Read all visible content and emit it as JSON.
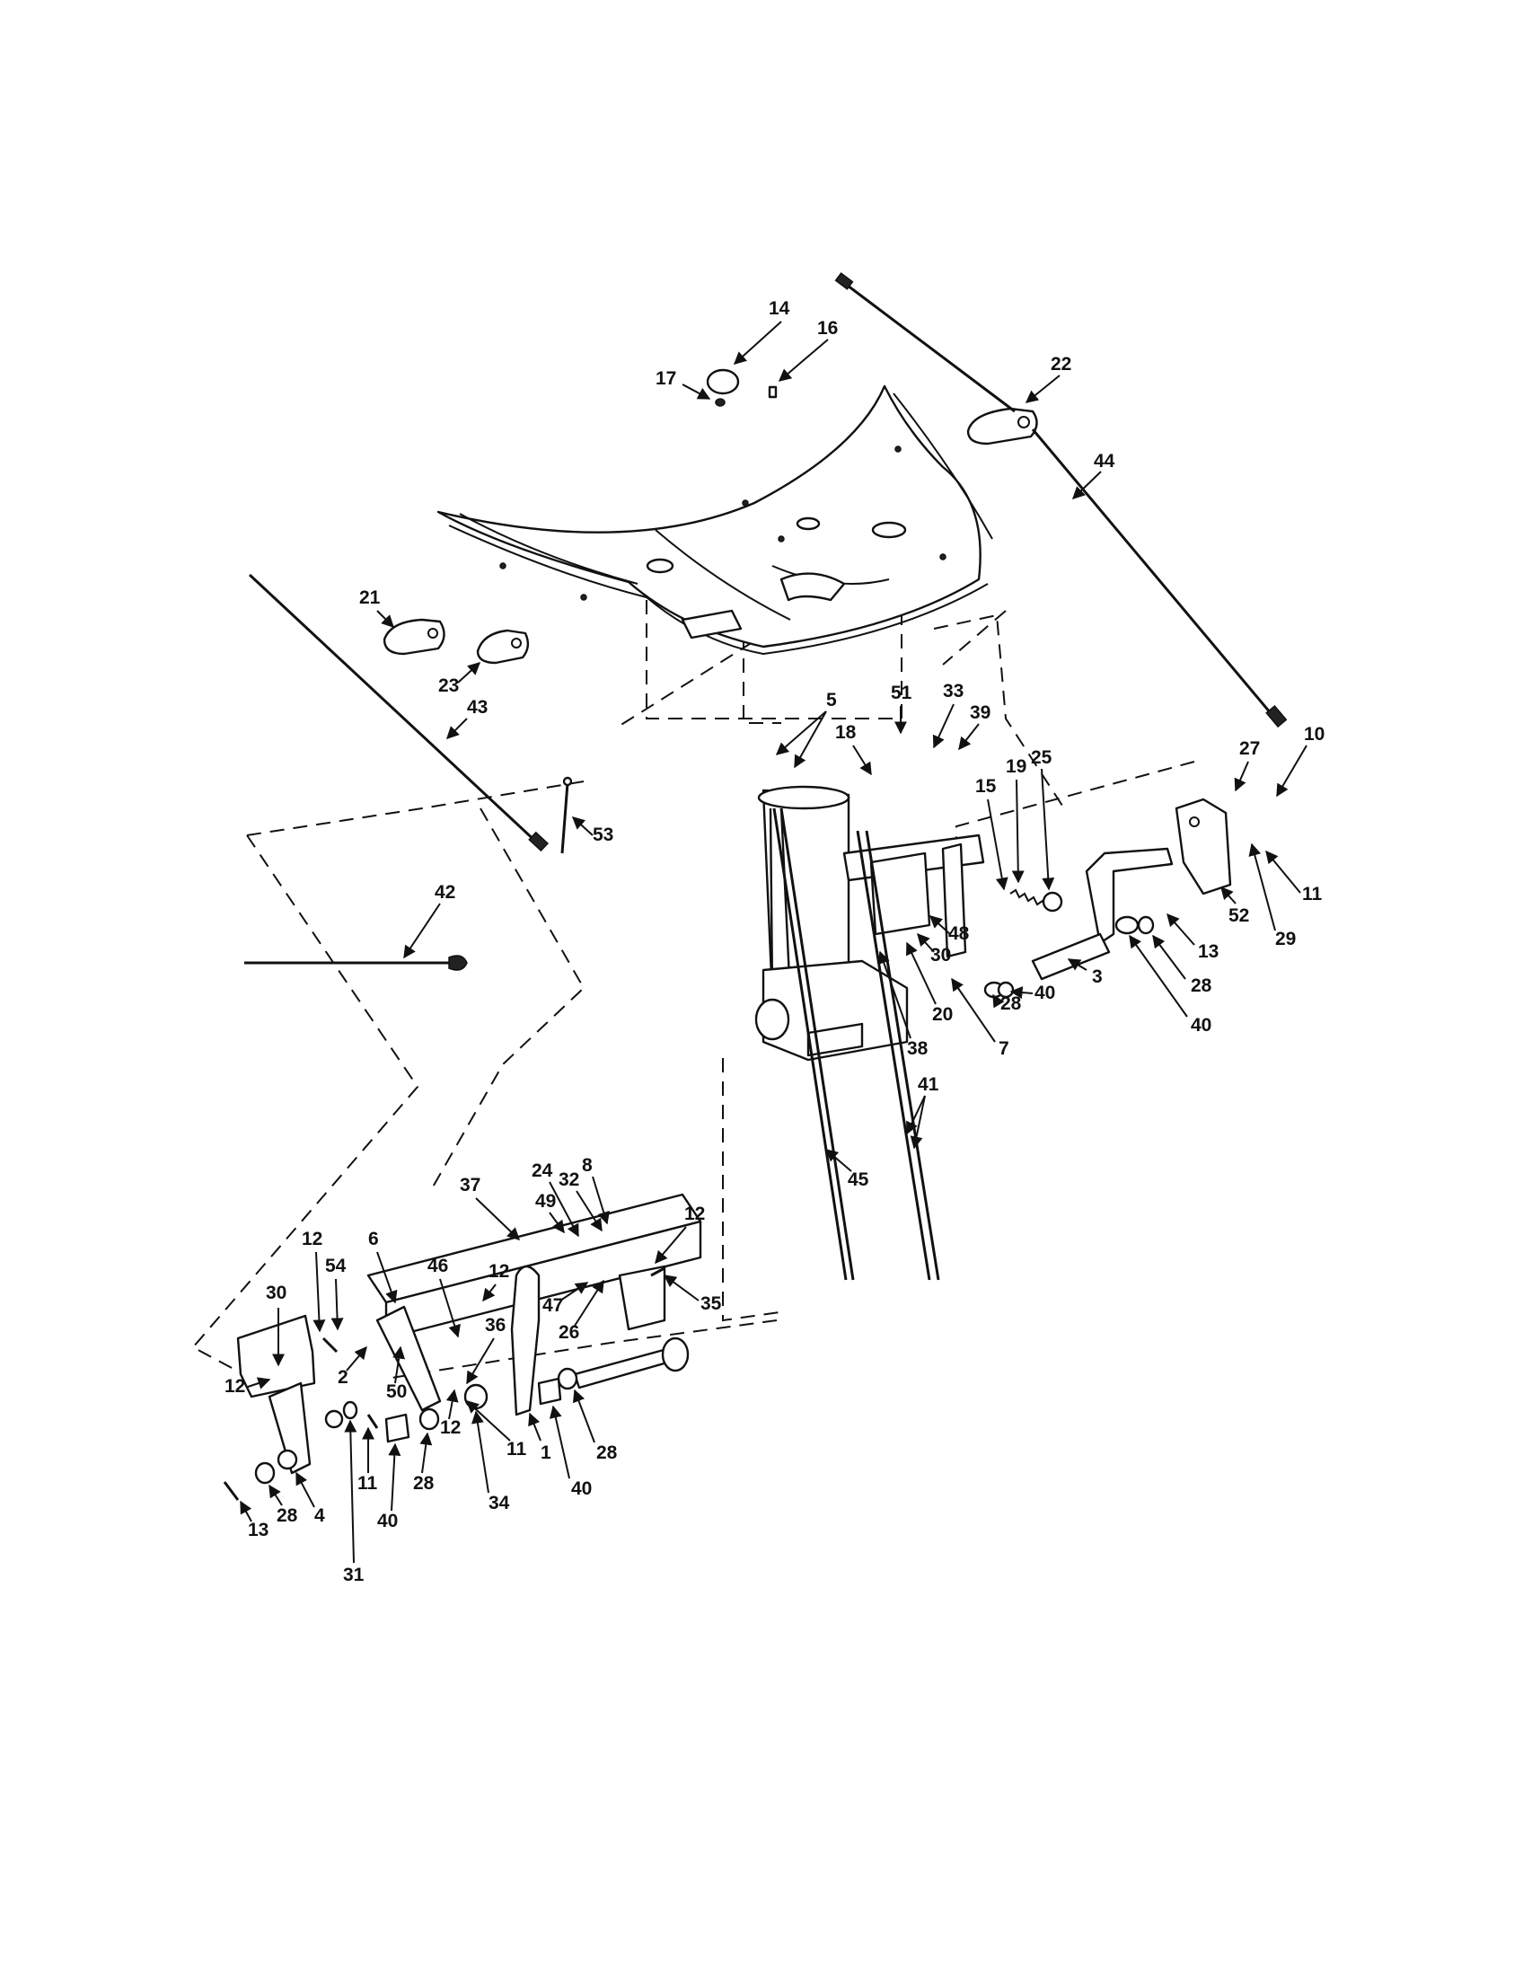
{
  "callouts": [
    {
      "id": "c14",
      "text": "14"
    },
    {
      "id": "c16",
      "text": "16"
    },
    {
      "id": "c17",
      "text": "17"
    },
    {
      "id": "c22",
      "text": "22"
    },
    {
      "id": "c44",
      "text": "44"
    },
    {
      "id": "c21",
      "text": "21"
    },
    {
      "id": "c23",
      "text": "23"
    },
    {
      "id": "c43",
      "text": "43"
    },
    {
      "id": "c5",
      "text": "5"
    },
    {
      "id": "c51",
      "text": "51"
    },
    {
      "id": "c33",
      "text": "33"
    },
    {
      "id": "c39",
      "text": "39"
    },
    {
      "id": "c18",
      "text": "18"
    },
    {
      "id": "c15",
      "text": "15"
    },
    {
      "id": "c19",
      "text": "19"
    },
    {
      "id": "c25",
      "text": "25"
    },
    {
      "id": "c27",
      "text": "27"
    },
    {
      "id": "c10",
      "text": "10"
    },
    {
      "id": "c53",
      "text": "53"
    },
    {
      "id": "c42",
      "text": "42"
    },
    {
      "id": "c48",
      "text": "48"
    },
    {
      "id": "c30a",
      "text": "30"
    },
    {
      "id": "c20",
      "text": "20"
    },
    {
      "id": "c38",
      "text": "38"
    },
    {
      "id": "c7",
      "text": "7"
    },
    {
      "id": "c28a",
      "text": "28"
    },
    {
      "id": "c40a",
      "text": "40"
    },
    {
      "id": "c52",
      "text": "52"
    },
    {
      "id": "c29",
      "text": "29"
    },
    {
      "id": "c11a",
      "text": "11"
    },
    {
      "id": "c13a",
      "text": "13"
    },
    {
      "id": "c3",
      "text": "3"
    },
    {
      "id": "c28b",
      "text": "28"
    },
    {
      "id": "c40b",
      "text": "40"
    },
    {
      "id": "c41",
      "text": "41"
    },
    {
      "id": "c45",
      "text": "45"
    },
    {
      "id": "c37",
      "text": "37"
    },
    {
      "id": "c24",
      "text": "24"
    },
    {
      "id": "c32",
      "text": "32"
    },
    {
      "id": "c8",
      "text": "8"
    },
    {
      "id": "c49",
      "text": "49"
    },
    {
      "id": "c12a",
      "text": "12"
    },
    {
      "id": "c35",
      "text": "35"
    },
    {
      "id": "c6",
      "text": "6"
    },
    {
      "id": "c46",
      "text": "46"
    },
    {
      "id": "c12b",
      "text": "12"
    },
    {
      "id": "c47",
      "text": "47"
    },
    {
      "id": "c26",
      "text": "26"
    },
    {
      "id": "c12c",
      "text": "12"
    },
    {
      "id": "c54",
      "text": "54"
    },
    {
      "id": "c30b",
      "text": "30"
    },
    {
      "id": "c36",
      "text": "36"
    },
    {
      "id": "c2",
      "text": "2"
    },
    {
      "id": "c12d",
      "text": "12"
    },
    {
      "id": "c50",
      "text": "50"
    },
    {
      "id": "c12e",
      "text": "12"
    },
    {
      "id": "c1",
      "text": "1"
    },
    {
      "id": "c28c",
      "text": "28"
    },
    {
      "id": "c11b",
      "text": "11"
    },
    {
      "id": "c11c",
      "text": "11"
    },
    {
      "id": "c28d",
      "text": "28"
    },
    {
      "id": "c40c",
      "text": "40"
    },
    {
      "id": "c40d",
      "text": "40"
    },
    {
      "id": "c13b",
      "text": "13"
    },
    {
      "id": "c28e",
      "text": "28"
    },
    {
      "id": "c4",
      "text": "4"
    },
    {
      "id": "c34",
      "text": "34"
    },
    {
      "id": "c31",
      "text": "31"
    }
  ]
}
